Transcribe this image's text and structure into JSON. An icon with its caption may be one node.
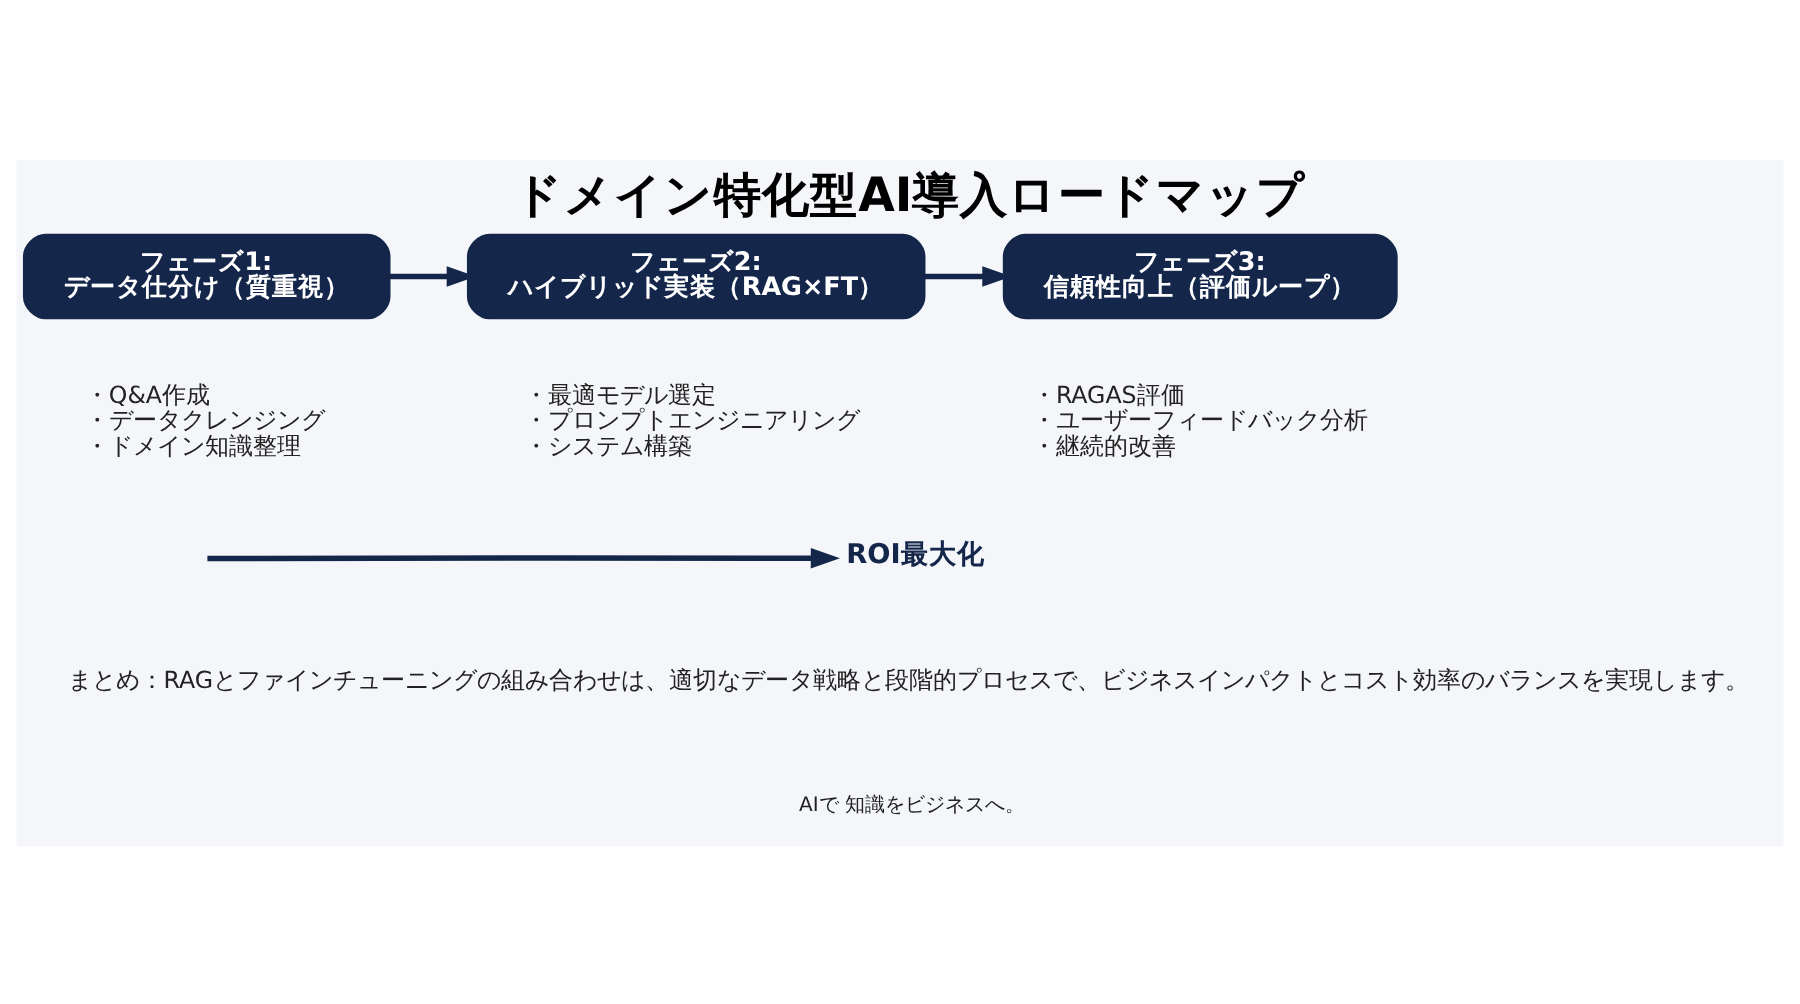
{
  "diagram": {
    "title": "ドメイン特化型AI導入ロードマップ",
    "nodes": [
      {
        "text": [
          "フェーズ1:",
          "データ仕分け（質重視）"
        ],
        "beside": [
          "・Q&A作成",
          "・データクレンジング",
          "・ドメイン知識整理"
        ]
      },
      {
        "text": [
          "フェーズ2:",
          "ハイブリッド実装（RAG×FT）"
        ],
        "beside": [
          "・最適モデル選定",
          "・プロンプトエンジニアリング",
          "・システム構築"
        ]
      },
      {
        "text": [
          "フェーズ3:",
          "信頼性向上（評価ループ）"
        ],
        "beside": [
          "・RAGAS評価",
          "・ユーザーフィードバック分析",
          "・継続的改善"
        ]
      },
      {
        "text": [
          "ROI最大化"
        ]
      }
    ],
    "edges": [
      {
        "from": 0,
        "to": 1,
        "arrow": "to"
      },
      {
        "from": 1,
        "to": 2,
        "arrow": "to"
      },
      {
        "from": null,
        "to": 3,
        "arrow": "to"
      }
    ],
    "labels": [
      "まとめ：RAGとファインチューニングの組み合わせは、適切なデータ戦略と段階的プロセスで、ビジネスインパクトとコスト効率のバランスを実現します。",
      "AIで 知識をビジネスへ。"
    ]
  }
}
